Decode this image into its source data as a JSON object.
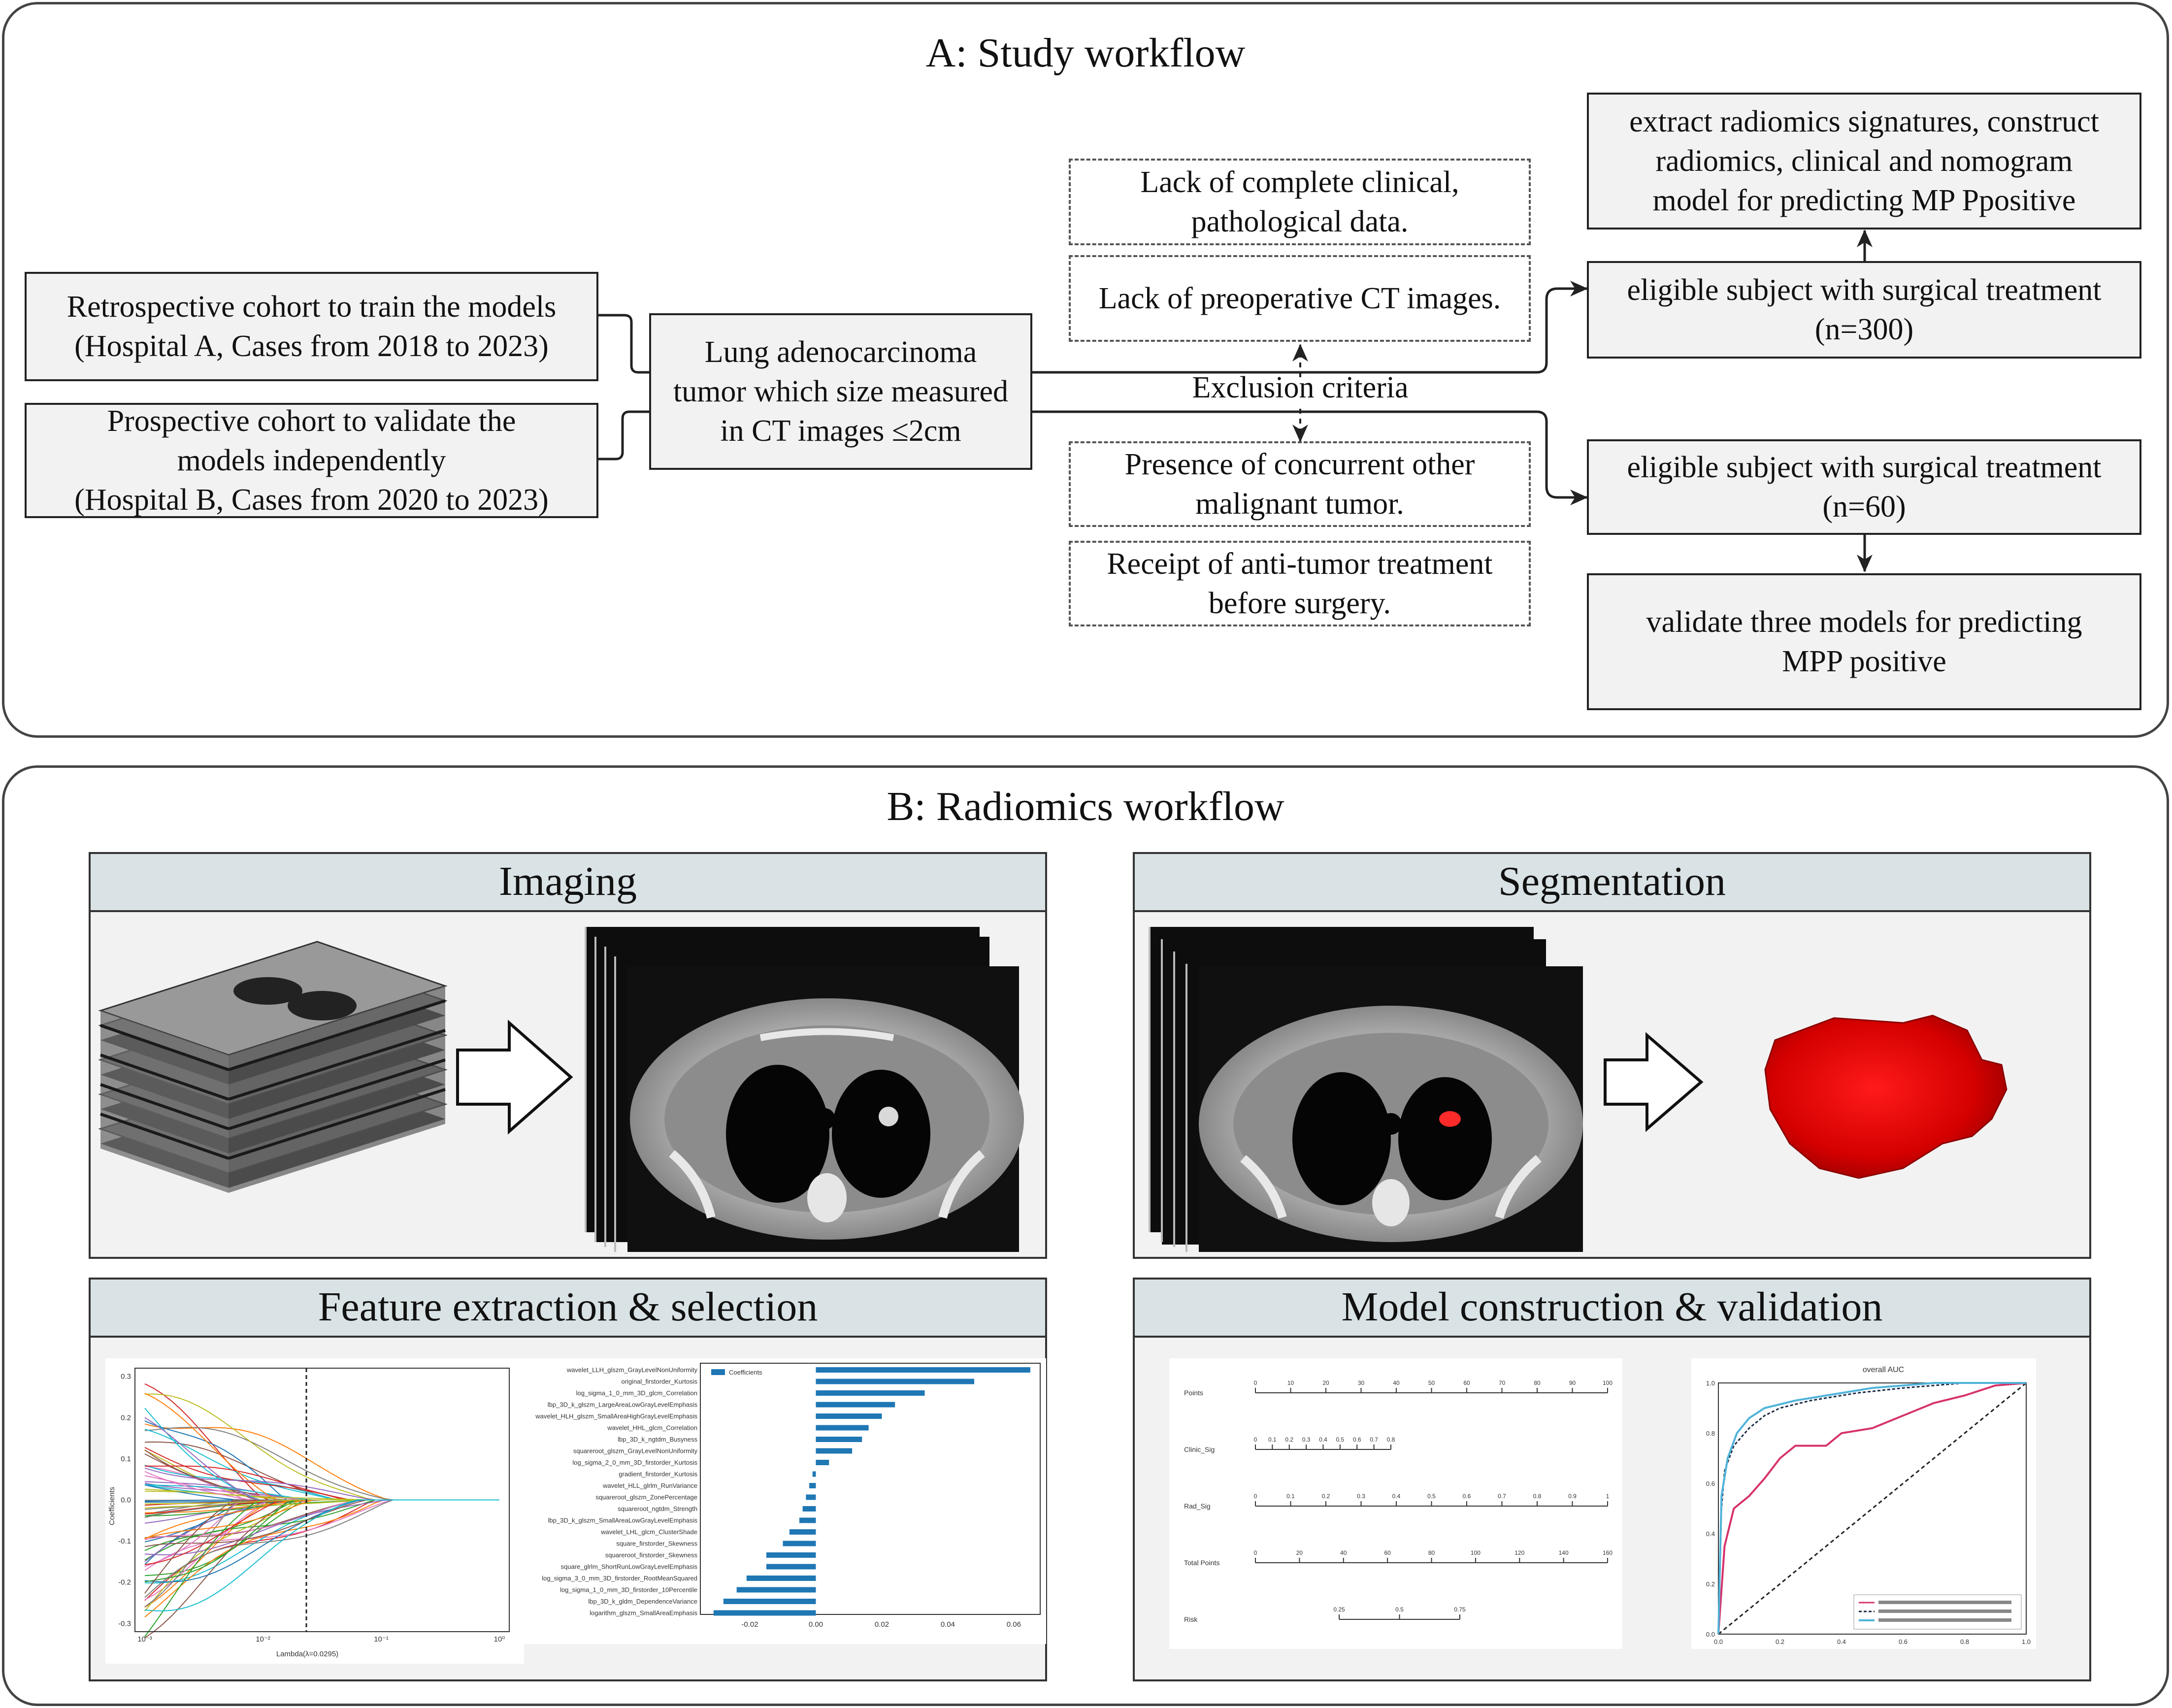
{
  "panel_a": {
    "title": "A: Study workflow",
    "retro": [
      "Retrospective cohort to train the models",
      "(Hospital A, Cases from 2018 to 2023)"
    ],
    "prosp": [
      "Prospective cohort to validate the",
      "models independently",
      "(Hospital B, Cases from 2020 to 2023)"
    ],
    "tumor": [
      "Lung adenocarcinoma",
      "tumor which size measured",
      "in CT images ≤2cm"
    ],
    "excl_title": "Exclusion criteria",
    "excl1": [
      "Lack of complete clinical,",
      "pathological data."
    ],
    "excl2": [
      "Lack of preoperative CT images."
    ],
    "excl3": [
      "Presence of concurrent other",
      "malignant tumor."
    ],
    "excl4": [
      "Receipt of anti-tumor treatment",
      "before surgery."
    ],
    "elig1": [
      "eligible subject with surgical treatment",
      "(n=300)"
    ],
    "elig2": [
      "eligible subject with surgical treatment",
      "(n=60)"
    ],
    "extract": [
      "extract radiomics signatures, construct",
      "radiomics, clinical and nomogram",
      "model for predicting MP Ppositive"
    ],
    "validate": [
      "validate three models for predicting",
      "MPP positive"
    ]
  },
  "panel_b": {
    "title": "B: Radiomics workflow",
    "imaging": "Imaging",
    "segmentation": "Segmentation",
    "feature": "Feature extraction & selection",
    "model": "Model construction & validation"
  },
  "lasso": {
    "ylabel": "Coefficients",
    "xlabel": "Lambda(λ=0.0295)",
    "yticks": [
      "0.3",
      "0.2",
      "0.1",
      "0.0",
      "-0.1",
      "-0.2",
      "-0.3"
    ],
    "xticks": [
      "10⁻³",
      "10⁻²",
      "10⁻¹",
      "10⁰"
    ]
  },
  "coef_chart": {
    "legend": "Coefficients",
    "xticks": [
      "-0.02",
      "0.00",
      "0.02",
      "0.04",
      "0.06"
    ],
    "features": [
      {
        "name": "wavelet_LLH_glszm_GrayLevelNonUniformity",
        "value": 0.065
      },
      {
        "name": "original_firstorder_Kurtosis",
        "value": 0.048
      },
      {
        "name": "log_sigma_1_0_mm_3D_glcm_Correlation",
        "value": 0.033
      },
      {
        "name": "lbp_3D_k_glszm_LargeAreaLowGrayLevelEmphasis",
        "value": 0.024
      },
      {
        "name": "wavelet_HLH_glszm_SmallAreaHighGrayLevelEmphasis",
        "value": 0.02
      },
      {
        "name": "wavelet_HHL_glcm_Correlation",
        "value": 0.016
      },
      {
        "name": "lbp_3D_k_ngtdm_Busyness",
        "value": 0.014
      },
      {
        "name": "squareroot_glszm_GrayLevelNonUniformity",
        "value": 0.011
      },
      {
        "name": "log_sigma_2_0_mm_3D_firstorder_Kurtosis",
        "value": 0.004
      },
      {
        "name": "gradient_firstorder_Kurtosis",
        "value": -0.001
      },
      {
        "name": "wavelet_HLL_glrlm_RunVariance",
        "value": -0.002
      },
      {
        "name": "squareroot_glszm_ZonePercentage",
        "value": -0.003
      },
      {
        "name": "squareroot_ngtdm_Strength",
        "value": -0.004
      },
      {
        "name": "lbp_3D_k_glszm_SmallAreaLowGrayLevelEmphasis",
        "value": -0.005
      },
      {
        "name": "wavelet_LHL_glcm_ClusterShade",
        "value": -0.008
      },
      {
        "name": "square_firstorder_Skewness",
        "value": -0.01
      },
      {
        "name": "squareroot_firstorder_Skewness",
        "value": -0.015
      },
      {
        "name": "square_glrlm_ShortRunLowGrayLevelEmphasis",
        "value": -0.015
      },
      {
        "name": "log_sigma_3_0_mm_3D_firstorder_RootMeanSquared",
        "value": -0.021
      },
      {
        "name": "log_sigma_1_0_mm_3D_firstorder_10Percentile",
        "value": -0.024
      },
      {
        "name": "lbp_3D_k_gldm_DependenceVariance",
        "value": -0.028
      },
      {
        "name": "logarithm_glszm_SmallAreaEmphasis",
        "value": -0.031
      }
    ]
  },
  "nomogram": {
    "rows": [
      {
        "label": "Points",
        "ticks": [
          "0",
          "10",
          "20",
          "30",
          "40",
          "50",
          "60",
          "70",
          "80",
          "90",
          "100"
        ]
      },
      {
        "label": "Clinic_Sig",
        "ticks": [
          "0",
          "0.1",
          "0.2",
          "0.3",
          "0.4",
          "0.5",
          "0.6",
          "0.7",
          "0.8"
        ]
      },
      {
        "label": "Rad_Sig",
        "ticks": [
          "0",
          "0.1",
          "0.2",
          "0.3",
          "0.4",
          "0.5",
          "0.6",
          "0.7",
          "0.8",
          "0.9",
          "1"
        ]
      },
      {
        "label": "Total Points",
        "ticks": [
          "0",
          "20",
          "40",
          "60",
          "80",
          "100",
          "120",
          "140",
          "160"
        ]
      },
      {
        "label": "Risk",
        "ticks": [
          "0.25",
          "0.5",
          "0.75"
        ]
      }
    ]
  },
  "roc": {
    "title": "overall AUC",
    "xticks": [
      "0.0",
      "0.2",
      "0.4",
      "0.6",
      "0.8",
      "1.0"
    ],
    "yticks": [
      "0.0",
      "0.2",
      "0.4",
      "0.6",
      "0.8",
      "1.0"
    ],
    "colors": {
      "clinic": "#d6336c",
      "rad": "#1c2a44",
      "nomo": "#4fb3d9"
    }
  }
}
